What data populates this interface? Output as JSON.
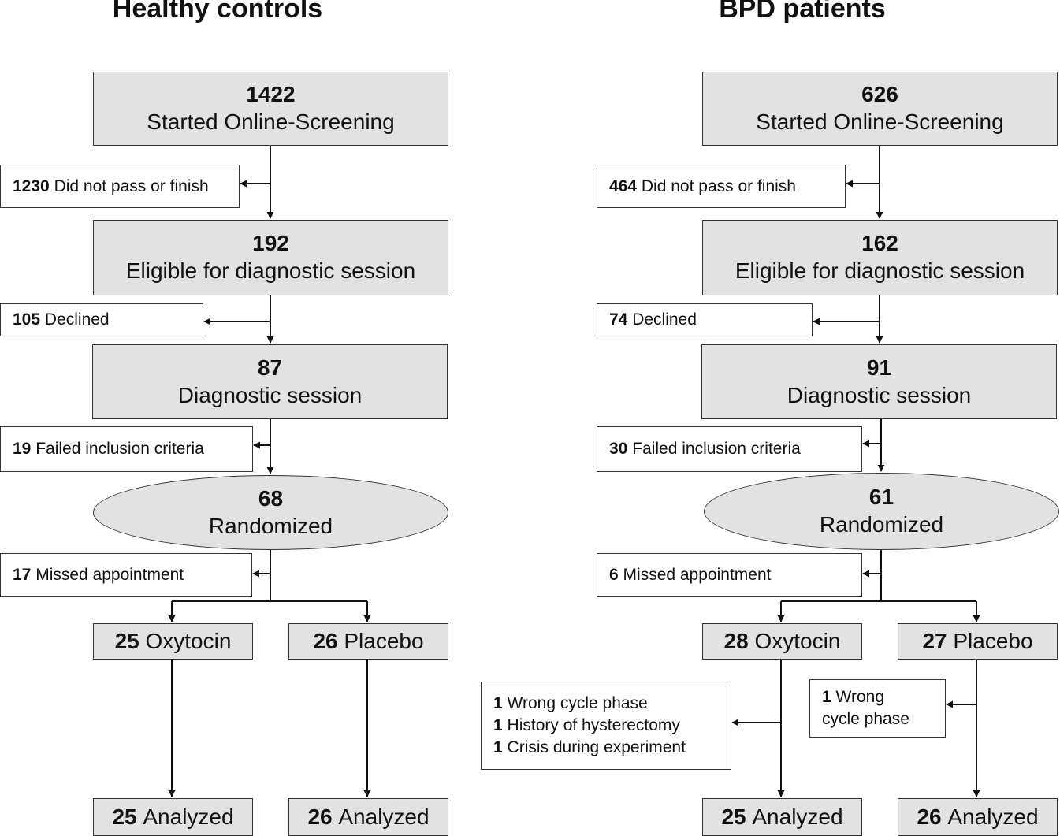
{
  "left": {
    "title": "Healthy controls",
    "screening": {
      "n": "1422",
      "label": "Started Online-Screening"
    },
    "excl_screen": {
      "n": "1230",
      "label": "Did not pass or finish"
    },
    "eligible": {
      "n": "192",
      "label": "Eligible for diagnostic session"
    },
    "declined": {
      "n": "105",
      "label": "Declined"
    },
    "diagnostic": {
      "n": "87",
      "label": "Diagnostic session"
    },
    "failed": {
      "n": "19",
      "label": "Failed inclusion criteria"
    },
    "randomized": {
      "n": "68",
      "label": "Randomized"
    },
    "missed": {
      "n": "17",
      "label": "Missed appointment"
    },
    "oxytocin": {
      "n": "25",
      "label": "Oxytocin"
    },
    "placebo": {
      "n": "26",
      "label": "Placebo"
    },
    "analyzed_oxy": {
      "n": "25",
      "label": "Analyzed"
    },
    "analyzed_pla": {
      "n": "26",
      "label": "Analyzed"
    }
  },
  "right": {
    "title": "BPD patients",
    "screening": {
      "n": "626",
      "label": "Started Online-Screening"
    },
    "excl_screen": {
      "n": "464",
      "label": "Did not pass or finish"
    },
    "eligible": {
      "n": "162",
      "label": "Eligible for diagnostic session"
    },
    "declined": {
      "n": "74",
      "label": "Declined"
    },
    "diagnostic": {
      "n": "91",
      "label": "Diagnostic session"
    },
    "failed": {
      "n": "30",
      "label": "Failed inclusion criteria"
    },
    "randomized": {
      "n": "61",
      "label": "Randomized"
    },
    "missed": {
      "n": "6",
      "label": "Missed appointment"
    },
    "oxytocin": {
      "n": "28",
      "label": "Oxytocin"
    },
    "placebo": {
      "n": "27",
      "label": "Placebo"
    },
    "oxy_excl": [
      {
        "n": "1",
        "label": "Wrong cycle phase"
      },
      {
        "n": "1",
        "label": "History of hysterectomy"
      },
      {
        "n": "1",
        "label": "Crisis during experiment"
      }
    ],
    "pla_excl": {
      "n": "1",
      "label_line1": "Wrong",
      "label_line2": "cycle phase"
    },
    "analyzed_oxy": {
      "n": "25",
      "label": "Analyzed"
    },
    "analyzed_pla": {
      "n": "26",
      "label": "Analyzed"
    }
  }
}
